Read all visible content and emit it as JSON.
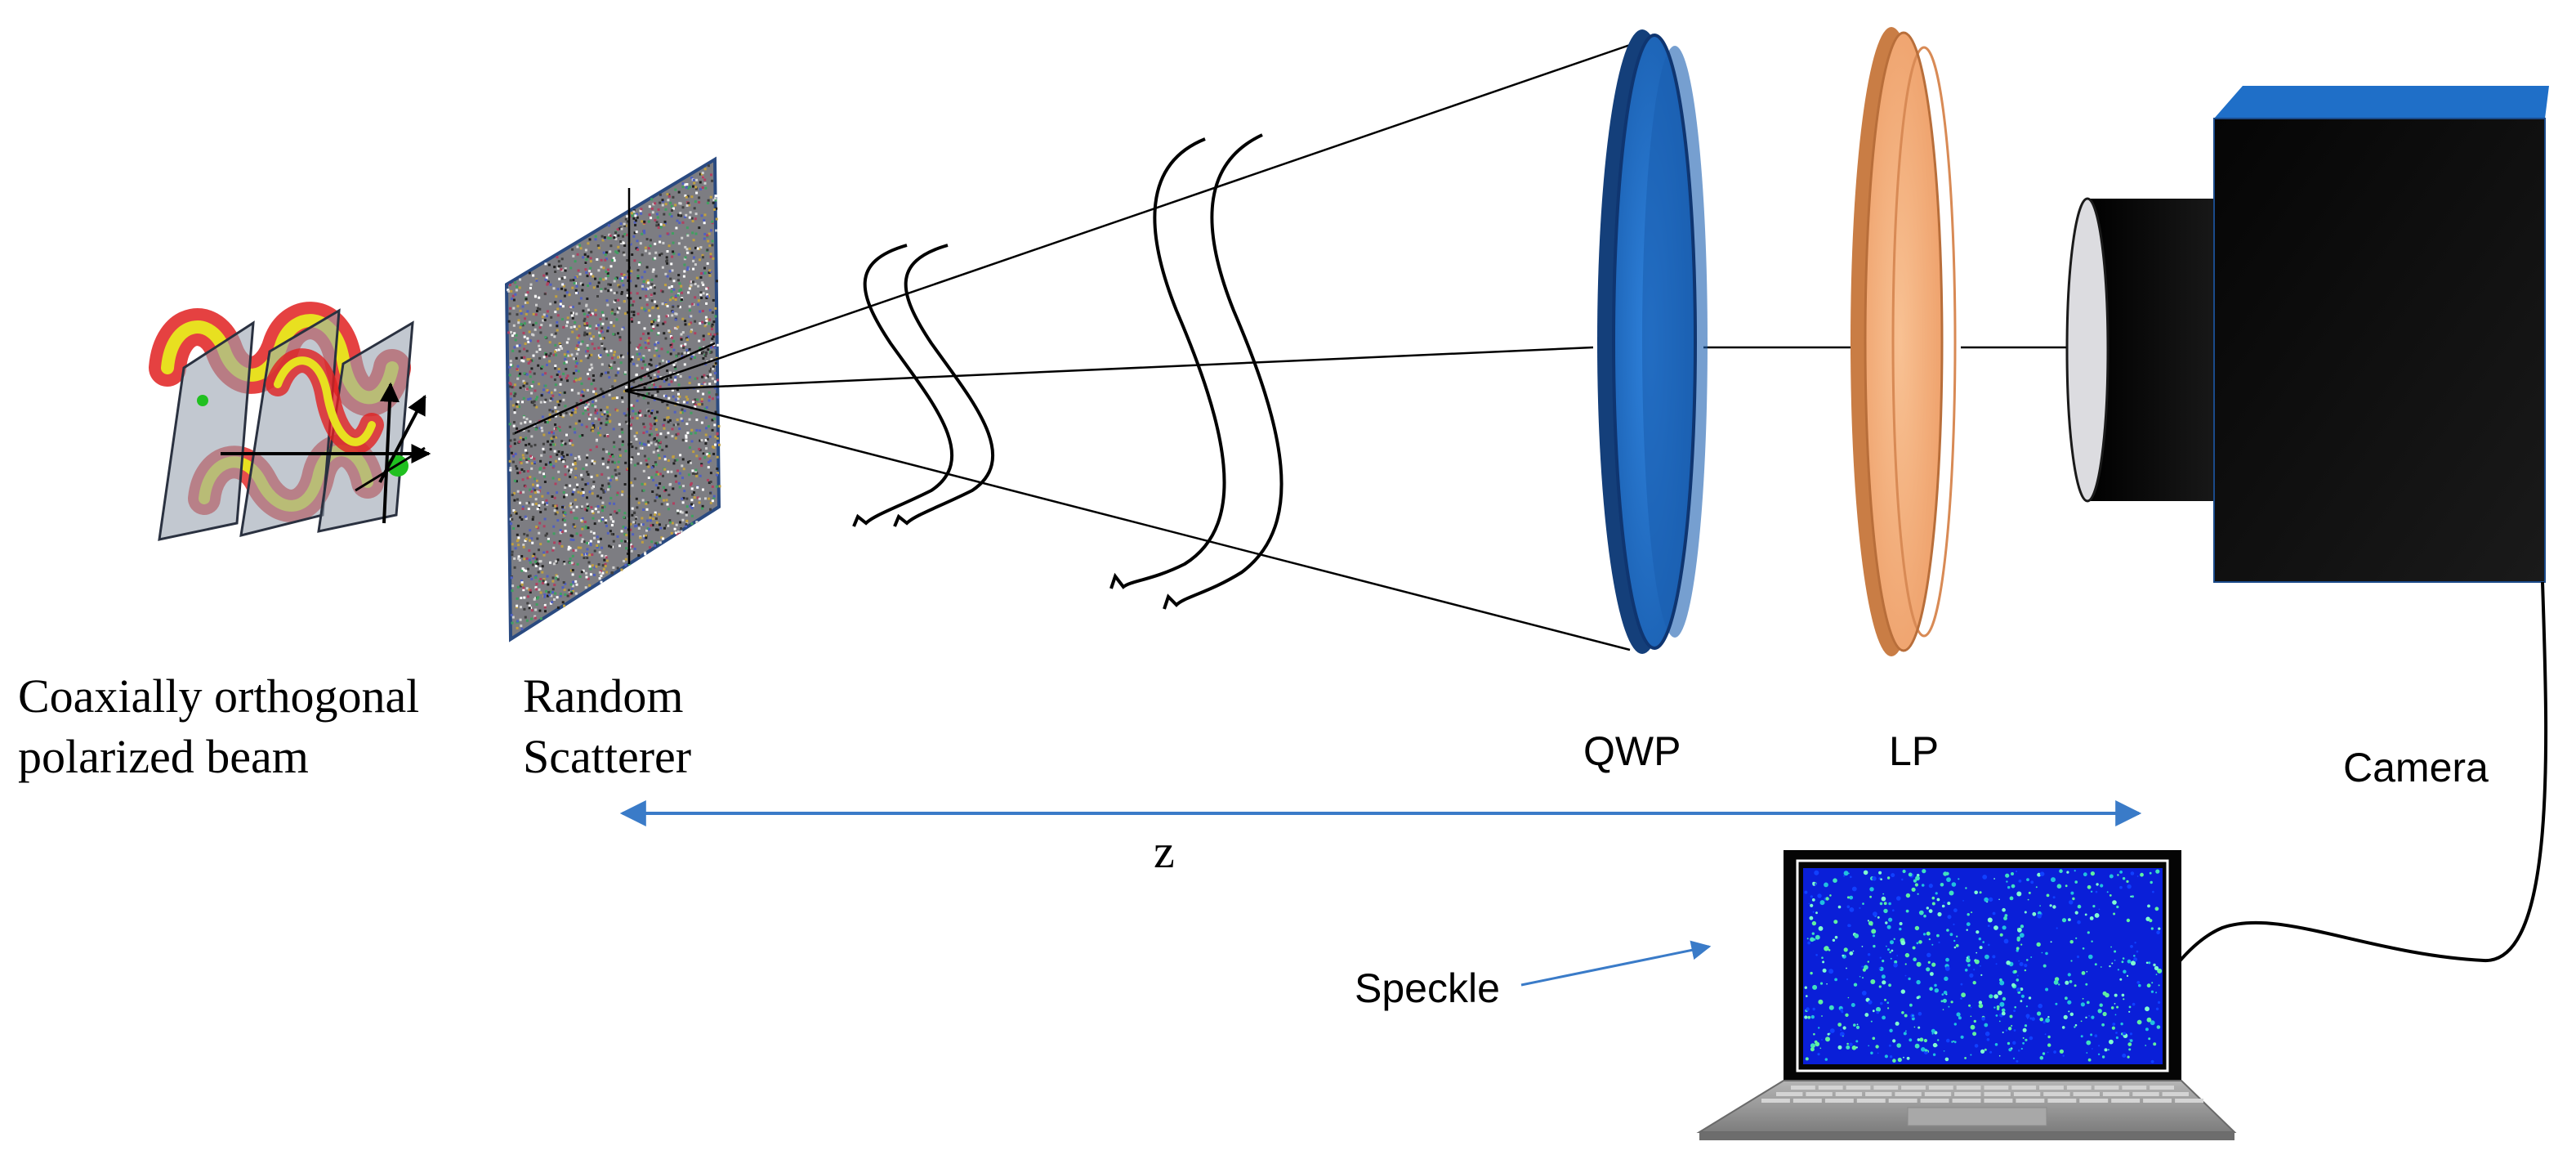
{
  "labels": {
    "beam_line1": "Coaxially orthogonal",
    "beam_line2": "polarized beam",
    "scatterer_line1": "Random",
    "scatterer_line2": "Scatterer",
    "qwp": "QWP",
    "lp": "LP",
    "camera": "Camera",
    "z": "z",
    "speckle": "Speckle"
  },
  "colors": {
    "qwp_blue": "#1f6fc8",
    "lp_orange": "#f5b07a",
    "camera_body": "#0a0a0a",
    "camera_top": "#1f6fc8",
    "arrow_blue": "#3a7bc8",
    "speckle_bg": "#0a1fd8",
    "laptop_gray": "#9a9a9a",
    "beam_red": "#e02020",
    "beam_yellow": "#e8e020"
  }
}
